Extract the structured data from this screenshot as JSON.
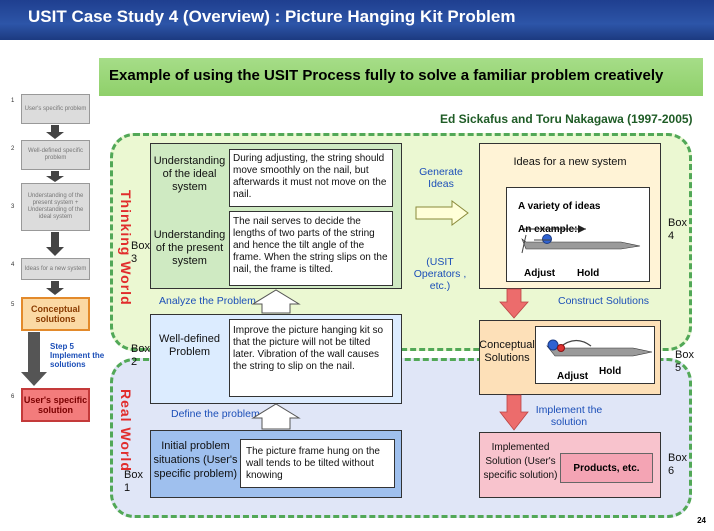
{
  "title": "USIT Case Study 4 (Overview) : Picture Hanging Kit Problem",
  "subtitle": "Example of using the USIT Process fully to solve a familiar problem creatively",
  "authors": "Ed Sickafus and Toru Nakagawa (1997-2005)",
  "regions": {
    "thinking": "Thinking World",
    "real": "Real World"
  },
  "left_steps": [
    {
      "num": "1",
      "label": "User's specific problem"
    },
    {
      "num": "2",
      "label": "Well-defined specific problem"
    },
    {
      "num": "3",
      "label": "Understanding of the present system + Understanding of the ideal system"
    },
    {
      "num": "4",
      "label": "Ideas for a new system"
    },
    {
      "num": "5",
      "label": "Conceptual solutions"
    },
    {
      "num": "6",
      "label": "User's specific solution"
    }
  ],
  "step5_note": "Step 5 Implement the solutions",
  "box3": {
    "label": "Box 3",
    "ideal_title": "Understanding of the ideal system",
    "ideal_text": "During adjusting, the string should move smoothly on the nail, but afterwards it must not move on the nail.",
    "present_title": "Understanding of the present system",
    "present_text": "The nail serves to decide the lengths of two parts of the string and hence the tilt angle of the frame. When the string slips on the nail, the frame is tilted."
  },
  "box2": {
    "label": "Box 2",
    "title": "Well-defined Problem",
    "text": "Improve the picture hanging kit so that the picture will not be tilted later. Vibration of the wall causes the string to slip on the nail."
  },
  "box1": {
    "label": "Box 1",
    "title": "Initial problem situations (User's specific problem)",
    "text": "The picture frame hung on the wall tends to be tilted without knowing"
  },
  "box4": {
    "label": "Box 4",
    "title": "Ideas for a new system",
    "inner_title": "A variety of ideas",
    "example": "An example:",
    "adjust": "Adjust",
    "hold": "Hold"
  },
  "box5": {
    "label": "Box 5",
    "title": "Conceptual Solutions",
    "adjust": "Adjust",
    "hold": "Hold"
  },
  "box6": {
    "label": "Box 6",
    "title": "Implemented Solution (User's specific solution)",
    "products": "Products, etc."
  },
  "flow_labels": {
    "generate_ideas": "Generate Ideas",
    "usit_operators": "(USIT Operators , etc.)",
    "analyze": "Analyze the Problem .",
    "construct": "Construct Solutions",
    "define": "Define the problem",
    "implement": "Implement the solution"
  },
  "page_number": "24",
  "colors": {
    "title_bar": "#2d55a8",
    "subtitle_bar": "#8fd06a",
    "region_border": "#52a857",
    "region_label": "#e12c2c",
    "flow_text": "#1c4fb8",
    "arrow_red": "#ec6c6c"
  }
}
